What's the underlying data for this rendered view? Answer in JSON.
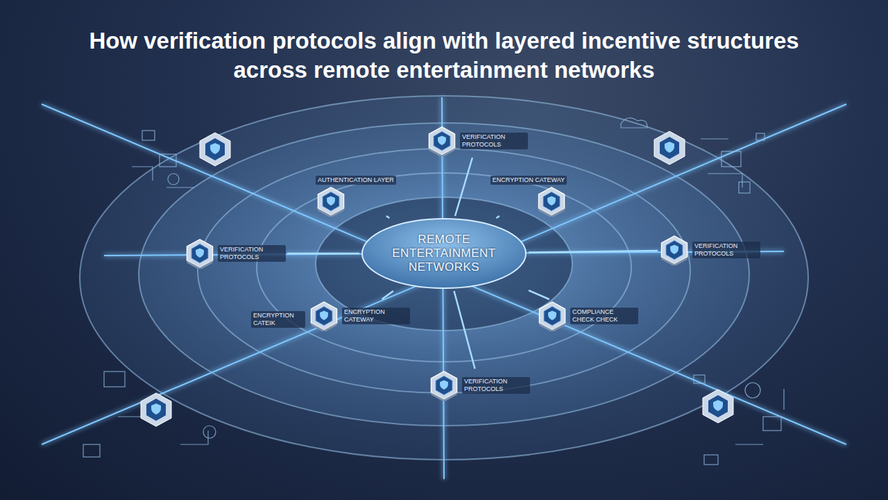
{
  "diagram": {
    "title": "How verification protocols align with layered incentive structures across remote entertainment networks",
    "nodes": [
      {
        "text": [
          "VERIFICATION PROTOCOLS"
        ]
      },
      {
        "text": [
          "AUTHENTICATION LAYER"
        ]
      },
      {
        "text": [
          "ENCRYPTION CATEWAY"
        ]
      },
      {
        "text": [
          "VERIFICATION PROTOCOLS"
        ]
      },
      {
        "text": [
          "REMOTE ENTERTAINMENT NETWORKS"
        ]
      },
      {
        "text": [
          "VERIFICATION PROTOCOLS"
        ]
      },
      {
        "text": [
          "ENCRYPTION CATEWAY"
        ]
      },
      {
        "text": [
          "COMPLIANCE CHECK CHECK"
        ]
      },
      {
        "text": [
          "VERIFICATION PROTOCOLS"
        ]
      }
    ],
    "edges": [
      {
        "from": 4,
        "to": 0,
        "arrow": "none"
      },
      {
        "from": 4,
        "to": 1,
        "arrow": "none"
      },
      {
        "from": 4,
        "to": 2,
        "arrow": "none"
      },
      {
        "from": 4,
        "to": 3,
        "arrow": "none"
      },
      {
        "from": 4,
        "to": 5,
        "arrow": "none"
      },
      {
        "from": 4,
        "to": 6,
        "arrow": "none"
      },
      {
        "from": 4,
        "to": 7,
        "arrow": "none"
      },
      {
        "from": 4,
        "to": 8,
        "arrow": "none"
      }
    ],
    "labels": [
      "ENCRYPTION CATEIK"
    ]
  }
}
